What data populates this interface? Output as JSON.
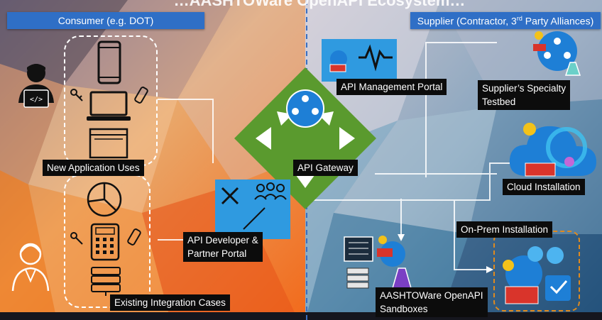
{
  "title_fragment": "…AASHTOWare OpenAPI Ecosystem…",
  "headers": {
    "consumer": "Consumer (e.g. DOT)",
    "supplier_prefix": "Supplier (Contractor, 3",
    "supplier_sup": "rd",
    "supplier_suffix": " Party Alliances)"
  },
  "labels": {
    "new_app": "New Application Uses",
    "existing": "Existing Integration Cases",
    "api_mgmt": "API Management Portal",
    "gateway": "API Gateway",
    "dev_portal_1": "API Developer &",
    "dev_portal_2": "Partner Portal",
    "specialty_1": "Supplier’s Specialty",
    "specialty_2": "Testbed",
    "cloud": "Cloud Installation",
    "onprem": "On-Prem Installation",
    "sandbox_1": "AASHTOWare OpenAPI",
    "sandbox_2": "Sandboxes"
  },
  "colors": {
    "header_blue": "#2f6fc6",
    "gateway_green": "#5a9a2e",
    "onprem_orange": "#e08a1e",
    "azure_blue": "#1e7fd6"
  },
  "icons": [
    "developer-icon",
    "phone-icon",
    "laptop-icon",
    "browser-window-icon",
    "pie-chart-icon",
    "calculator-icon",
    "server-icon",
    "user-icon",
    "key-icon",
    "api-gateway-globe-icon",
    "monitor-chart-icon",
    "firewall-icon",
    "cloud-icon",
    "flask-icon",
    "tools-icon",
    "team-icon",
    "blueprint-icon",
    "docs-stack-icon",
    "lock-icon",
    "shield-check-icon",
    "gear-icon"
  ]
}
